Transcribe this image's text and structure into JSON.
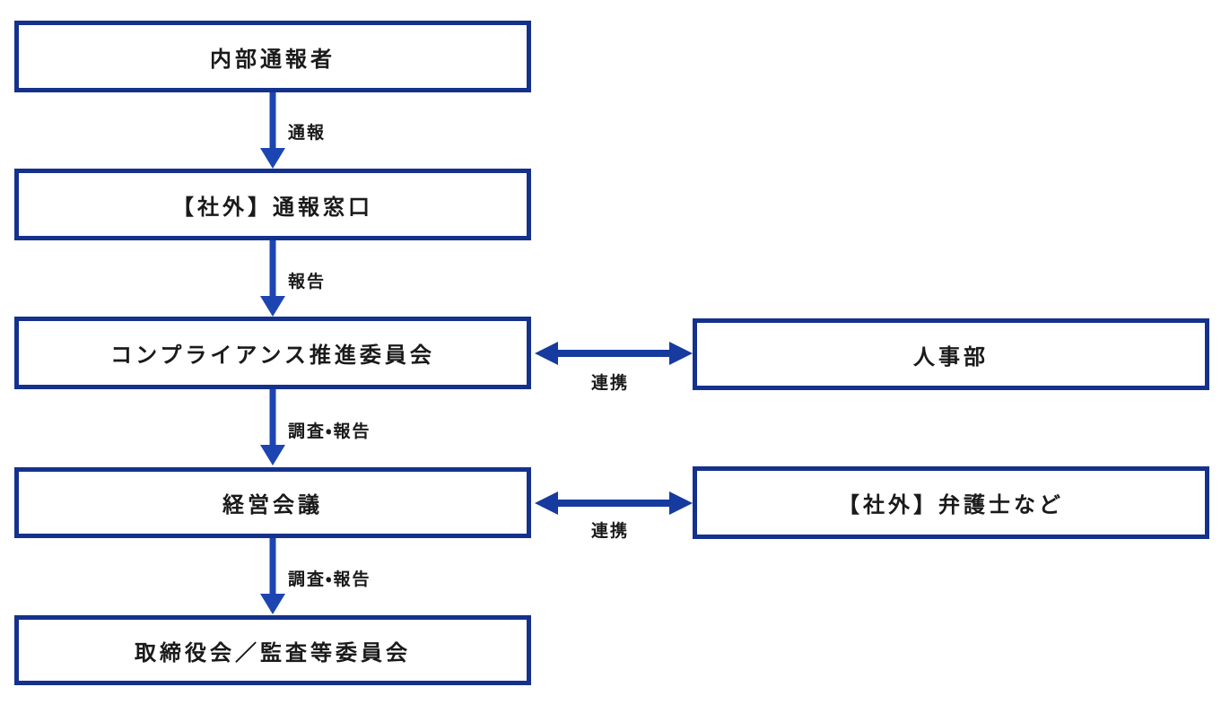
{
  "diagram": {
    "type": "flowchart",
    "nodes": {
      "internal_whistleblower": "内部通報者",
      "external_report_desk": "【社外】通報窓口",
      "compliance_committee": "コンプライアンス推進委員会",
      "management_meeting": "経営会議",
      "board_audit_committee": "取締役会／監査等委員会",
      "hr_department": "人事部",
      "external_lawyers": "【社外】弁護士など"
    },
    "edge_labels": {
      "report_from_whistleblower": "通報",
      "report_to_committee": "報告",
      "investigate_report_to_management": "調査・報告",
      "investigate_report_to_board": "調査・報告",
      "cooperation_with_hr": "連携",
      "cooperation_with_lawyers": "連携"
    }
  },
  "colors": {
    "box_border": "#14318c",
    "vertical_arrow": "#1d45b2",
    "horizontal_arrow": "#163a9e",
    "label_text": "#1a1a1a",
    "background": "#ffffff"
  }
}
